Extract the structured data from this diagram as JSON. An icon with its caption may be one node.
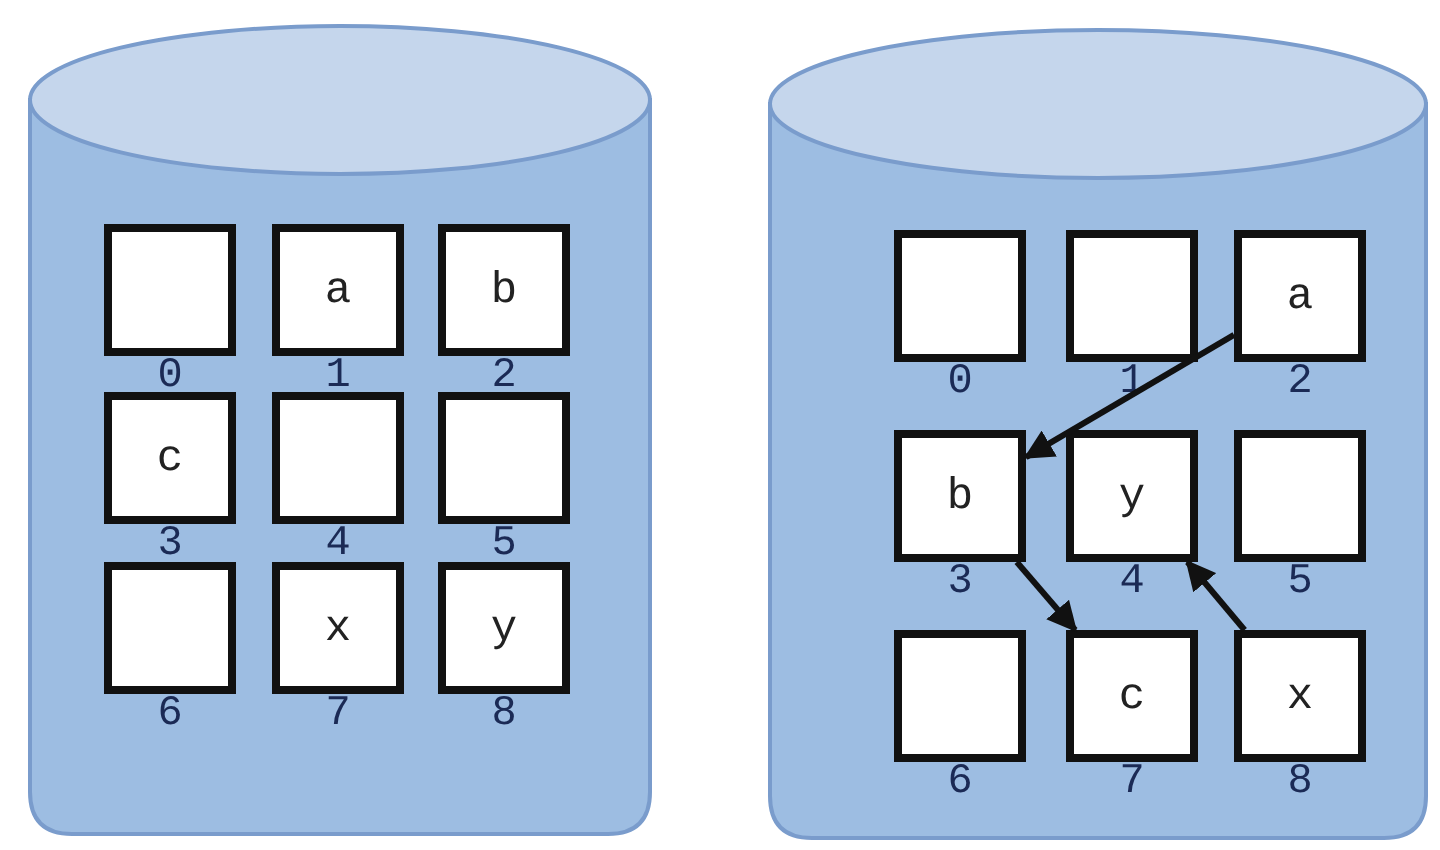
{
  "diagram": {
    "nodes": [
      {
        "text": [],
        "shape": "cylinder"
      },
      {
        "text": [],
        "shape": "box",
        "in": 0,
        "beside": [
          "0"
        ]
      },
      {
        "text": [
          "a"
        ],
        "in": 0,
        "beside": [
          "1"
        ]
      },
      {
        "text": [
          "b"
        ],
        "in": 0,
        "beside": [
          "2"
        ]
      },
      {
        "text": [
          "c"
        ],
        "in": 0,
        "beside": [
          "3"
        ]
      },
      {
        "text": [],
        "shape": "box",
        "in": 0,
        "beside": [
          "4"
        ]
      },
      {
        "text": [],
        "shape": "box",
        "in": 0,
        "beside": [
          "5"
        ]
      },
      {
        "text": [],
        "shape": "box",
        "in": 0,
        "beside": [
          "6"
        ]
      },
      {
        "text": [
          "x"
        ],
        "in": 0,
        "beside": [
          "7"
        ]
      },
      {
        "text": [
          "y"
        ],
        "in": 0,
        "beside": [
          "8"
        ]
      },
      {
        "text": [],
        "shape": "cylinder"
      },
      {
        "text": [],
        "shape": "box",
        "in": 10,
        "beside": [
          "0"
        ]
      },
      {
        "text": [],
        "shape": "box",
        "in": 10,
        "beside": [
          "1"
        ]
      },
      {
        "text": [
          "a"
        ],
        "in": 10,
        "beside": [
          "2"
        ]
      },
      {
        "text": [
          "b"
        ],
        "in": 10,
        "beside": [
          "3"
        ]
      },
      {
        "text": [
          "y"
        ],
        "in": 10,
        "beside": [
          "4"
        ]
      },
      {
        "text": [],
        "shape": "box",
        "in": 10,
        "beside": [
          "5"
        ]
      },
      {
        "text": [],
        "shape": "box",
        "in": 10,
        "beside": [
          "6"
        ]
      },
      {
        "text": [
          "c"
        ],
        "in": 10,
        "beside": [
          "7"
        ]
      },
      {
        "text": [
          "x"
        ],
        "in": 10,
        "beside": [
          "8"
        ]
      }
    ],
    "edges": [
      {
        "from": 13,
        "to": 14,
        "arrow": "to"
      },
      {
        "from": 14,
        "to": 18,
        "arrow": "to"
      },
      {
        "from": 19,
        "to": 15,
        "arrow": "to"
      }
    ]
  }
}
